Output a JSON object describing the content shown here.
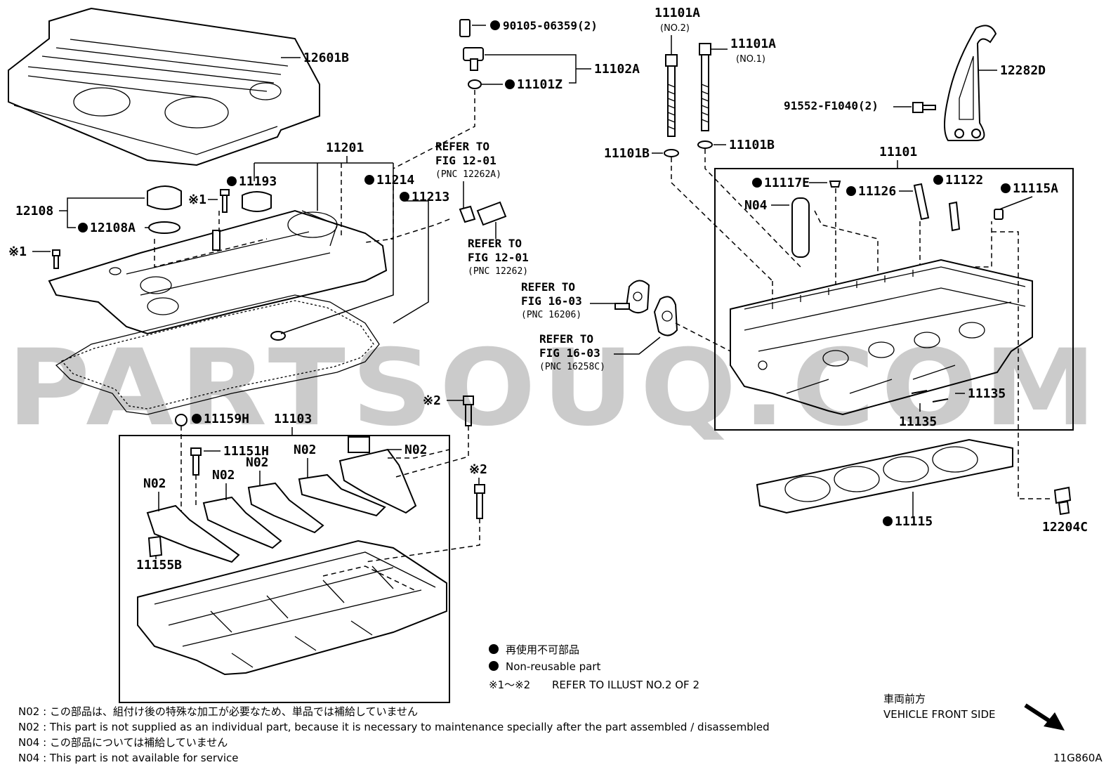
{
  "watermark": "PARTSOUQ.COM",
  "figure_code": "11G860A",
  "direction": {
    "jp": "車両前方",
    "en": "VEHICLE FRONT SIDE"
  },
  "legend": {
    "jp": "再使用不可部品",
    "en": "Non-reusable part",
    "marks": "※1～※2",
    "marks_text": "REFER TO ILLUST NO.2 OF 2"
  },
  "notes": [
    "N02 : この部品は、組付け後の特殊な加工が必要なため、単品では補給していません",
    "N02 : This part is not supplied as an individual part, because it is necessary to maintenance specially after the part assembled / disassembled",
    "N04 : この部品については補給していません",
    "N04 : This part is not available for service"
  ],
  "marks": {
    "m1": "※1",
    "m2": "※2"
  },
  "parts": {
    "p12601B": "12601B",
    "p90105": "90105-06359(2)",
    "p11102A": "11102A",
    "p11101Z": "11101Z",
    "p11101A_a": "11101A",
    "p11101A_a_sub": "(NO.2)",
    "p11101A_b": "11101A",
    "p11101A_b_sub": "(NO.1)",
    "p12282D": "12282D",
    "p91552": "91552-F1040(2)",
    "p11101B_a": "11101B",
    "p11101B_b": "11101B",
    "p11201": "11201",
    "p11193": "11193",
    "p11214": "11214",
    "p11213": "11213",
    "p12108": "12108",
    "p12108A": "12108A",
    "p11101": "11101",
    "p11117E": "11117E",
    "p11126": "11126",
    "p11122": "11122",
    "p11115A": "11115A",
    "pN04": "N04",
    "p11135_a": "11135",
    "p11135_b": "11135",
    "p11159H": "11159H",
    "p11103": "11103",
    "p11151H": "11151H",
    "pN02_a": "N02",
    "pN02_b": "N02",
    "pN02_c": "N02",
    "pN02_d": "N02",
    "pN02_e": "N02",
    "p11155B": "11155B",
    "p11115": "11115",
    "p12204C": "12204C"
  },
  "refs": [
    {
      "l1": "REFER TO",
      "l2": "FIG 12-01",
      "l3": "(PNC 12262A)"
    },
    {
      "l1": "REFER TO",
      "l2": "FIG 12-01",
      "l3": "(PNC 12262)"
    },
    {
      "l1": "REFER TO",
      "l2": "FIG 16-03",
      "l3": "(PNC 16206)"
    },
    {
      "l1": "REFER TO",
      "l2": "FIG 16-03",
      "l3": "(PNC 16258C)"
    }
  ]
}
